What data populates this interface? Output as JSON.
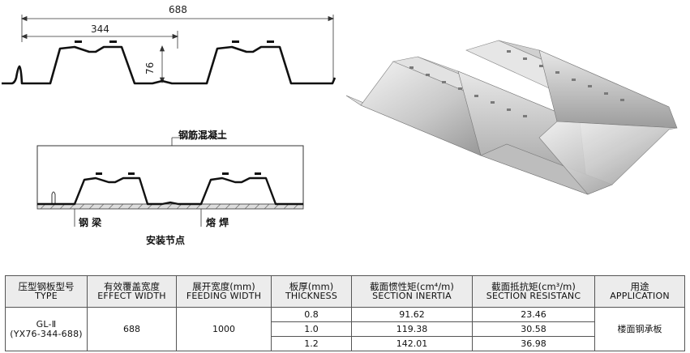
{
  "profile_drawing": {
    "dim_total": "688",
    "dim_pitch": "344",
    "dim_height": "76"
  },
  "install_drawing": {
    "concrete_label": "钢筋混凝土",
    "beam_label": "钢 梁",
    "weld_label": "熔 焊",
    "caption": "安装节点"
  },
  "table": {
    "headers": [
      {
        "zh": "压型钢板型号",
        "en": "TYPE"
      },
      {
        "zh": "有效覆盖宽度",
        "en": "EFFECT WIDTH"
      },
      {
        "zh": "展开宽度(mm)",
        "en": "FEEDING WIDTH"
      },
      {
        "zh": "板厚(mm)",
        "en": "THICKNESS"
      },
      {
        "zh": "截面惯性矩(cm⁴/m)",
        "en": "SECTION INERTIA"
      },
      {
        "zh": "截面抵抗矩(cm³/m)",
        "en": "SECTION RESISTANC"
      },
      {
        "zh": "用途",
        "en": "APPLICATION"
      }
    ],
    "type_line1": "GL-Ⅱ",
    "type_line2": "(YX76-344-688)",
    "effect_width": "688",
    "feeding_width": "1000",
    "application": "楼面钢承板",
    "rows": [
      {
        "thickness": "0.8",
        "inertia": "91.62",
        "resistance": "23.46"
      },
      {
        "thickness": "1.0",
        "inertia": "119.38",
        "resistance": "30.58"
      },
      {
        "thickness": "1.2",
        "inertia": "142.01",
        "resistance": "36.98"
      }
    ]
  }
}
